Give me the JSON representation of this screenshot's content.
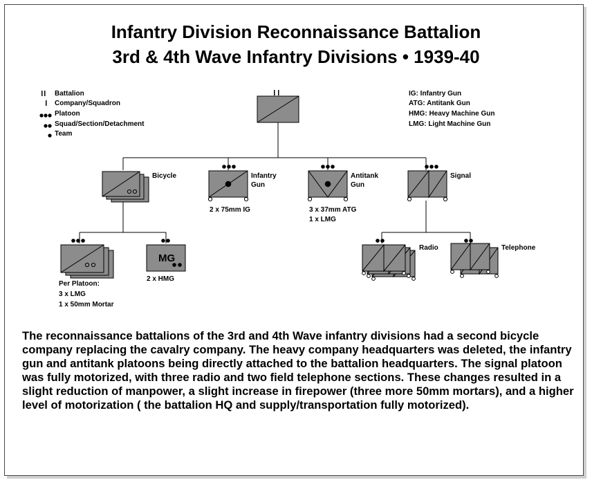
{
  "title_line1": "Infantry Division Reconnaissance Battalion",
  "title_line2": "3rd & 4th Wave Infantry Divisions  •  1939-40",
  "size_legend": [
    "Battalion",
    "Company/Squadron",
    "Platoon",
    "Squad/Section/Detachment",
    "Team"
  ],
  "abbreviations": [
    "IG: Infantry Gun",
    "ATG: Antitank Gun",
    "HMG: Heavy Machine Gun",
    "LMG: Light Machine Gun"
  ],
  "units": {
    "bicycle": {
      "label": "Bicycle"
    },
    "infantry_gun": {
      "label_line1": "Infantry",
      "label_line2": "Gun",
      "equipment": "2 x 75mm IG"
    },
    "antitank": {
      "label_line1": "Antitank",
      "label_line2": "Gun",
      "equipment_line1": "3 x 37mm ATG",
      "equipment_line2": "1 x LMG"
    },
    "signal": {
      "label": "Signal"
    },
    "bicycle_platoons": {
      "equipment_line1": "Per Platoon:",
      "equipment_line2": "3 x LMG",
      "equipment_line3": "1 x 50mm Mortar"
    },
    "mg_section": {
      "symbol_text": "MG",
      "equipment": "2 x HMG"
    },
    "radio": {
      "label": "Radio"
    },
    "telephone": {
      "label": "Telephone"
    }
  },
  "description": "The reconnaissance battalions of the 3rd and 4th Wave infantry divisions had a second bicycle company replacing the cavalry company. The heavy company headquarters was deleted, the infantry gun and antitank platoons being directly attached to the battalion headquarters. The signal platoon was fully motorized, with three radio and two field telephone sections. These changes resulted in a slight reduction of manpower, a slight increase in firepower (three more 50mm mortars), and a higher level of motorization ( the battalion HQ and supply/transportation fully motorized).",
  "colors": {
    "unit_fill": "#8c8c8c",
    "line": "#000000",
    "frame_shadow": "#cfcfcf"
  }
}
